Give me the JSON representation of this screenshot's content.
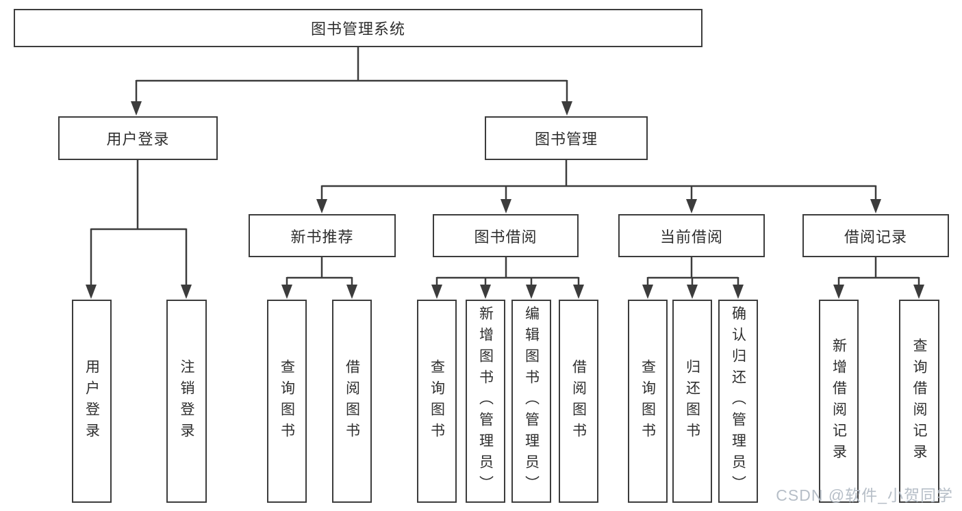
{
  "diagram": {
    "title": "图书管理系统",
    "nodes": {
      "root": {
        "label": "图书管理系统"
      },
      "user_login": {
        "label": "用户登录"
      },
      "book_mgmt": {
        "label": "图书管理"
      },
      "new_book_rec": {
        "label": "新书推荐"
      },
      "book_borrow": {
        "label": "图书借阅"
      },
      "current_borrow": {
        "label": "当前借阅"
      },
      "borrow_records": {
        "label": "借阅记录"
      },
      "leaf_user_login": {
        "label": "用户登录"
      },
      "leaf_logout": {
        "label": "注销登录"
      },
      "leaf_query_book_rec": {
        "label": "查询图书"
      },
      "leaf_borrow_book_rec": {
        "label": "借阅图书"
      },
      "leaf_query_book_borrow": {
        "label": "查询图书"
      },
      "leaf_add_book_admin": {
        "label": "新增图书（管理员）"
      },
      "leaf_edit_book_admin": {
        "label": "编辑图书（管理员）"
      },
      "leaf_borrow_book_borrow": {
        "label": "借阅图书"
      },
      "leaf_query_book_current": {
        "label": "查询图书"
      },
      "leaf_return_book": {
        "label": "归还图书"
      },
      "leaf_confirm_return_admin": {
        "label": "确认归还（管理员）"
      },
      "leaf_add_borrow_record": {
        "label": "新增借阅记录"
      },
      "leaf_query_borrow_record": {
        "label": "查询借阅记录"
      }
    },
    "colors": {
      "line": "#3c3c3c",
      "box_border": "#3c3c3c",
      "text": "#2e2e2e",
      "background": "#ffffff",
      "watermark": "#b2bac4"
    }
  },
  "watermark": {
    "text": "CSDN @软件_小贺同学"
  }
}
